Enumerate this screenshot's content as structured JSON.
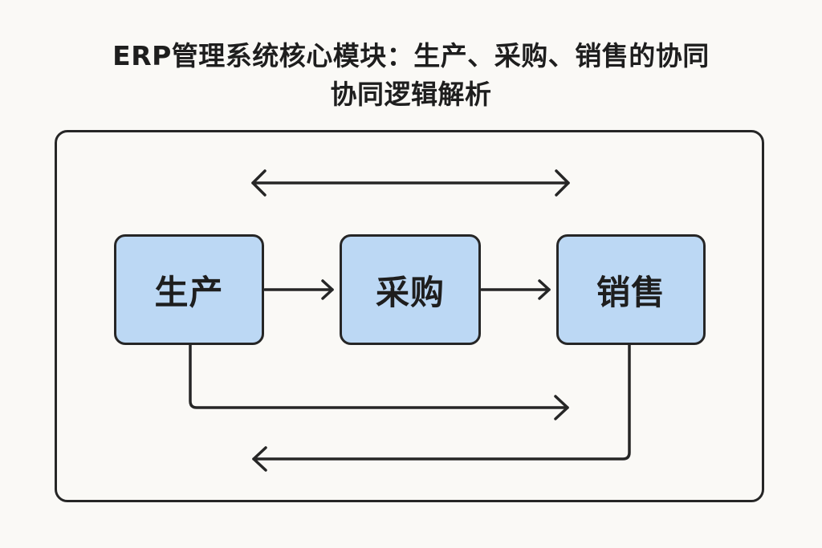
{
  "title": {
    "line1": "ERP管理系统核心模块：生产、采购、销售的协同",
    "line2": "协同逻辑解析"
  },
  "nodes": {
    "production": "生产",
    "procurement": "采购",
    "sales": "销售"
  },
  "colors": {
    "background": "#faf9f6",
    "node_fill": "#bcd8f4",
    "stroke": "#262626",
    "text": "#1e1e1e"
  }
}
